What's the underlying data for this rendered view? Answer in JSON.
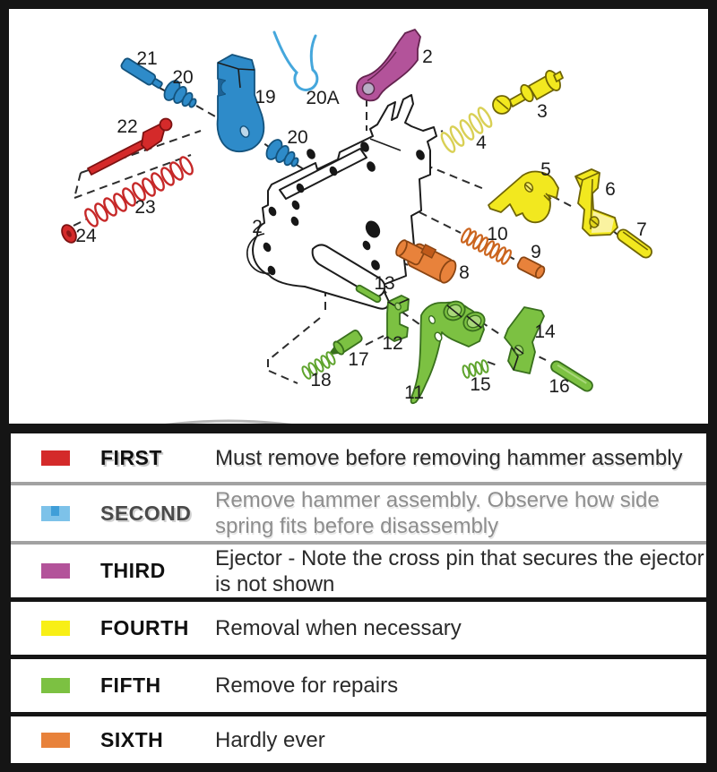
{
  "colors": {
    "blue": "#2e8bc9",
    "lightblue": "#7dc2e9",
    "blueinner": "#3f9ed8",
    "wire": "#45a7dc",
    "red": "#d42a2a",
    "magenta": "#b3539a",
    "yellow": "#f2e81f",
    "yellowsw": "#f8ef16",
    "orange": "#e8823b",
    "green": "#7cc142"
  },
  "diagram": {
    "labels": {
      "l21": "21",
      "l20_top": "20",
      "l19": "19",
      "l20A": "20A",
      "l2_ejector": "2",
      "l3": "3",
      "l4": "4",
      "l5": "5",
      "l6": "6",
      "l7": "7",
      "l20_side": "20",
      "l22": "22",
      "l23": "23",
      "l24": "24",
      "l2_housing": "2",
      "l8": "8",
      "l9": "9",
      "l10": "10",
      "l11": "11",
      "l12": "12",
      "l13": "13",
      "l14": "14",
      "l15": "15",
      "l16": "16",
      "l17": "17",
      "l18": "18"
    }
  },
  "legend": {
    "rows": [
      {
        "order": "FIRST",
        "color": "red",
        "description": "Must remove before removing hammer assembly"
      },
      {
        "order": "SECOND",
        "color": "blue",
        "description": "Remove hammer assembly. Observe how side spring fits before disassembly"
      },
      {
        "order": "THIRD",
        "color": "magenta",
        "description": "Ejector - Note the cross pin that secures the ejector is not shown"
      },
      {
        "order": "FOURTH",
        "color": "yellow",
        "description": "Removal when necessary"
      },
      {
        "order": "FIFTH",
        "color": "green",
        "description": "Remove for repairs"
      },
      {
        "order": "SIXTH",
        "color": "orange",
        "description": "Hardly ever"
      }
    ]
  }
}
